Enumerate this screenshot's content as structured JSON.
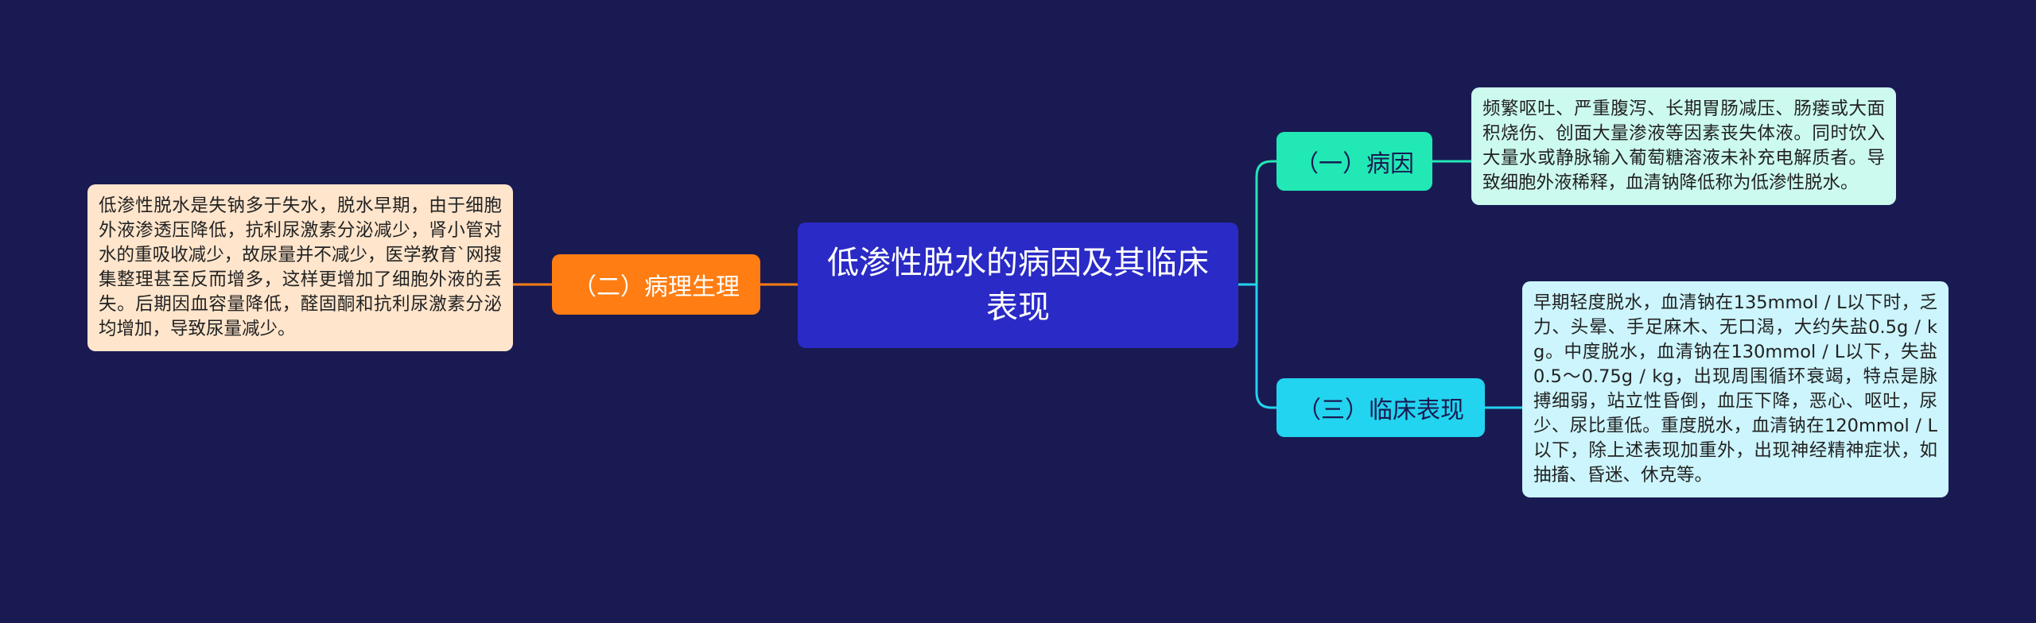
{
  "colors": {
    "background": "#1a1a52",
    "root": "#2a2ac6",
    "pathophysiology": "#ff7d12",
    "cause": "#22e8b5",
    "clinical": "#22d4ef"
  },
  "root": {
    "title": "低渗性脱水的病因及其临床表现"
  },
  "branches": {
    "pathophysiology": {
      "label": "（二）病理生理",
      "detail": "低渗性脱水是失钠多于失水，脱水早期，由于细胞外液渗透压降低，抗利尿激素分泌减少，肾小管对水的重吸收减少，故尿量并不减少，医学教育`网搜集整理甚至反而增多，这样更增加了细胞外液的丢失。后期因血容量降低，醛固酮和抗利尿激素分泌均增加，导致尿量减少。"
    },
    "cause": {
      "label": "（一）病因",
      "detail": "频繁呕吐、严重腹泻、长期胃肠减压、肠瘘或大面积烧伤、创面大量渗液等因素丧失体液。同时饮入大量水或静脉输入葡萄糖溶液未补充电解质者。导致细胞外液稀释，血清钠降低称为低渗性脱水。"
    },
    "clinical": {
      "label": "（三）临床表现",
      "detail": "早期轻度脱水，血清钠在135mmol / L以下时，乏力、头晕、手足麻木、无口渴，大约失盐0.5g / kg。中度脱水，血清钠在130mmol / L以下，失盐0.5～0.75g / kg，出现周围循环衰竭，特点是脉搏细弱，站立性昏倒，血压下降，恶心、呕吐，尿少、尿比重低。重度脱水，血清钠在120mmol / L以下，除上述表现加重外，出现神经精神症状，如抽搐、昏迷、休克等。"
    }
  }
}
